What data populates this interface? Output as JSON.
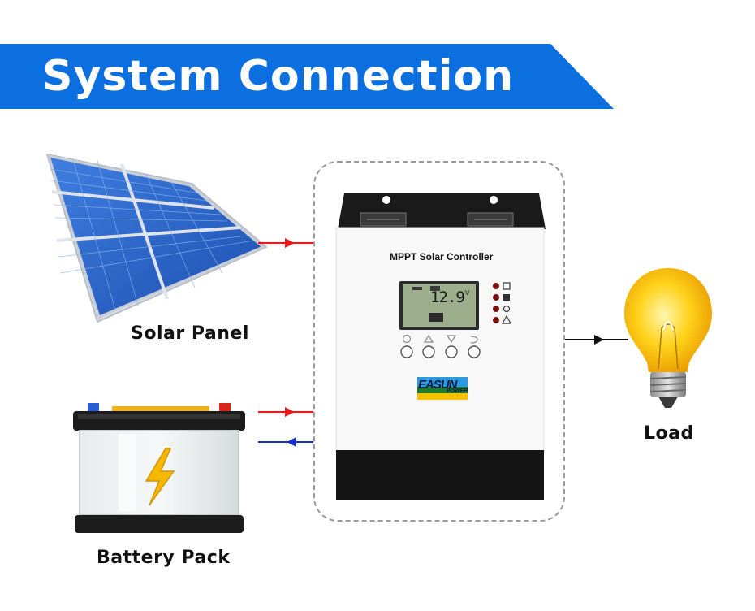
{
  "banner": {
    "title": "System Connection",
    "color": "#0b6fe0"
  },
  "labels": {
    "solar_panel": "Solar Panel",
    "battery_pack": "Battery Pack",
    "load": "Load"
  },
  "controller": {
    "model_title": "MPPT Solar Controller",
    "lcd_value": "12.9",
    "lcd_unit": "V",
    "brand_main": "EASUN",
    "brand_sub": "POWER"
  },
  "colors": {
    "solar_arrow": "#e8181c",
    "battery_charge_arrow": "#e8181c",
    "battery_discharge_arrow": "#1530c8",
    "load_arrow": "#111111",
    "lcd_background": "#9cae8c"
  },
  "icons": [
    "solar-panel",
    "battery",
    "light-bulb",
    "lightning-bolt",
    "gear-icon",
    "up-arrow-icon",
    "down-arrow-icon",
    "return-icon"
  ]
}
